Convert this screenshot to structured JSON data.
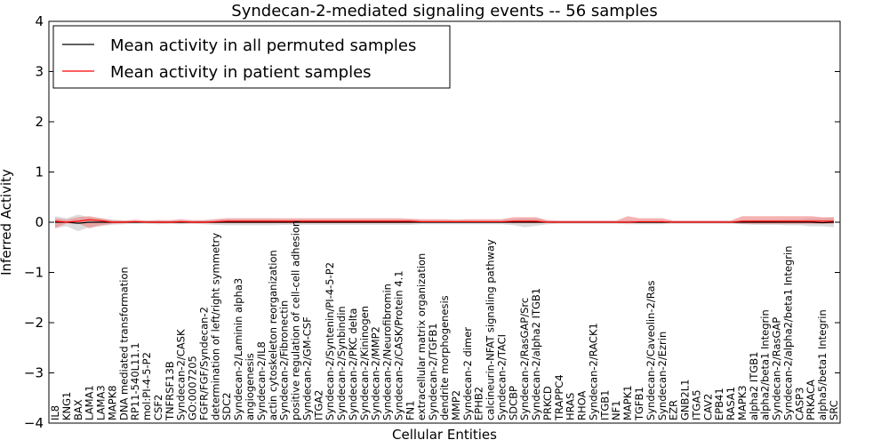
{
  "chart_data": {
    "type": "line",
    "title": "Syndecan-2-mediated signaling events -- 56 samples",
    "xlabel": "Cellular Entities",
    "ylabel": "Inferred Activity",
    "ylim": [
      -4,
      4
    ],
    "yticks": [
      -4,
      -3,
      -2,
      -1,
      0,
      1,
      2,
      3,
      4
    ],
    "grid": false,
    "legend_position": "top-left",
    "colors": {
      "permuted": "#000000",
      "patient": "#ff0000",
      "patient_band": "#f08080",
      "permuted_band": "#c0c0c0"
    },
    "categories": [
      "IL8",
      "KNG1",
      "BAX",
      "LAMA1",
      "LAMA3",
      "MAPK8",
      "DNA mediated transformation",
      "RP11-540L11.1",
      "mol:PI-4-5-P2",
      "CSF2",
      "TNFRSF13B",
      "Syndecan-2/CASK",
      "GO:0007205",
      "FGFR/FGF/Syndecan-2",
      "determination of left/right symmetry",
      "SDC2",
      "Syndecan-2/Laminin alpha3",
      "angiogenesis",
      "Syndecan-2/IL8",
      "actin cytoskeleton reorganization",
      "Syndecan-2/Fibronectin",
      "positive regulation of cell-cell adhesion",
      "Syndecan-2/GM-CSF",
      "ITGA2",
      "Syndecan-2/Syntenin/PI-4-5-P2",
      "Syndecan-2/Synbindin",
      "Syndecan-2/PKC delta",
      "Syndecan-2/Kininogen",
      "Syndecan-2/MMP2",
      "Syndecan-2/Neurofibromin",
      "Syndecan-2/CASK/Protein 4.1",
      "FN1",
      "extracellular matrix organization",
      "Syndecan-2/TGFB1",
      "dendrite morphogenesis",
      "MMP2",
      "Syndecan-2 dimer",
      "EPHB2",
      "calcineurin-NFAT signaling pathway",
      "Syndecan-2/TACI",
      "SDCBP",
      "Syndecan-2/RasGAP/Src",
      "Syndecan-2/alpha2 ITGB1",
      "PRKCD",
      "TRAPPC4",
      "HRAS",
      "RHOA",
      "Syndecan-2/RACK1",
      "ITGB1",
      "NF1",
      "MAPK1",
      "TGFB1",
      "Syndecan-2/Caveolin-2/Ras",
      "Syndecan-2/Ezrin",
      "EZR",
      "GNB2L1",
      "ITGA5",
      "CAV2",
      "EPB41",
      "RASA1",
      "MAPK3",
      "alpha2 ITGB1",
      "alpha2/beta1 Integrin",
      "Syndecan-2/RasGAP",
      "Syndecan-2/alpha2/beta1 Integrin",
      "CASP3",
      "PRKACA",
      "alpha5/beta1 Integrin",
      "SRC"
    ],
    "series": [
      {
        "name": "Mean activity in all permuted samples",
        "values": [
          0.0,
          0.0,
          -0.02,
          0.0,
          0.0,
          0.0,
          0.0,
          0.0,
          0.0,
          0.0,
          0.0,
          0.0,
          0.0,
          0.0,
          0.0,
          0.0,
          0.0,
          0.0,
          0.0,
          0.0,
          0.0,
          0.0,
          0.0,
          0.0,
          0.0,
          0.0,
          0.0,
          0.0,
          0.0,
          0.0,
          0.0,
          0.0,
          0.0,
          0.0,
          0.0,
          0.0,
          0.0,
          0.0,
          0.0,
          0.0,
          0.0,
          0.0,
          0.0,
          0.0,
          0.0,
          0.0,
          0.0,
          0.0,
          0.0,
          0.0,
          0.0,
          0.0,
          0.0,
          0.0,
          0.0,
          0.0,
          0.0,
          0.0,
          0.0,
          0.0,
          0.0,
          0.0,
          0.0,
          0.0,
          0.0,
          0.0,
          0.0,
          -0.01,
          0.0
        ],
        "band_low": [
          -0.12,
          -0.08,
          -0.18,
          -0.1,
          -0.08,
          -0.05,
          -0.04,
          -0.03,
          -0.03,
          -0.04,
          -0.03,
          -0.04,
          -0.03,
          -0.04,
          -0.05,
          -0.06,
          -0.06,
          -0.06,
          -0.06,
          -0.06,
          -0.05,
          -0.05,
          -0.05,
          -0.05,
          -0.05,
          -0.05,
          -0.05,
          -0.05,
          -0.05,
          -0.05,
          -0.05,
          -0.05,
          -0.04,
          -0.04,
          -0.04,
          -0.04,
          -0.04,
          -0.04,
          -0.04,
          -0.04,
          -0.06,
          -0.1,
          -0.07,
          -0.04,
          -0.03,
          -0.03,
          -0.03,
          -0.03,
          -0.03,
          -0.03,
          -0.04,
          -0.04,
          -0.04,
          -0.04,
          -0.03,
          -0.03,
          -0.03,
          -0.03,
          -0.03,
          -0.03,
          -0.04,
          -0.05,
          -0.05,
          -0.05,
          -0.06,
          -0.06,
          -0.08,
          -0.08,
          -0.1
        ],
        "band_high": [
          0.12,
          0.08,
          0.15,
          0.1,
          0.08,
          0.05,
          0.04,
          0.03,
          0.03,
          0.04,
          0.03,
          0.04,
          0.03,
          0.04,
          0.05,
          0.06,
          0.06,
          0.06,
          0.06,
          0.06,
          0.05,
          0.05,
          0.05,
          0.05,
          0.05,
          0.05,
          0.05,
          0.05,
          0.05,
          0.05,
          0.05,
          0.05,
          0.04,
          0.04,
          0.04,
          0.04,
          0.04,
          0.04,
          0.04,
          0.04,
          0.06,
          0.08,
          0.07,
          0.04,
          0.03,
          0.03,
          0.03,
          0.03,
          0.03,
          0.03,
          0.04,
          0.04,
          0.04,
          0.04,
          0.03,
          0.03,
          0.03,
          0.03,
          0.03,
          0.03,
          0.04,
          0.05,
          0.05,
          0.05,
          0.06,
          0.06,
          0.08,
          0.08,
          0.1
        ]
      },
      {
        "name": "Mean activity in patient samples",
        "values": [
          0.02,
          0.0,
          0.02,
          0.05,
          0.03,
          0.0,
          0.0,
          0.01,
          0.0,
          0.0,
          0.0,
          0.01,
          0.0,
          0.0,
          0.01,
          0.02,
          0.02,
          0.02,
          0.02,
          0.02,
          0.02,
          0.02,
          0.02,
          0.02,
          0.02,
          0.02,
          0.02,
          0.02,
          0.02,
          0.02,
          0.02,
          0.02,
          0.01,
          0.01,
          0.01,
          0.01,
          0.01,
          0.01,
          0.01,
          0.01,
          0.02,
          0.02,
          0.02,
          0.0,
          0.0,
          0.0,
          0.0,
          0.0,
          0.0,
          0.0,
          0.0,
          0.01,
          0.01,
          0.01,
          0.0,
          0.0,
          0.0,
          0.0,
          0.0,
          0.0,
          0.02,
          0.02,
          0.02,
          0.02,
          0.02,
          0.02,
          0.02,
          0.02,
          0.02
        ],
        "band_low": [
          -0.12,
          -0.02,
          -0.02,
          -0.12,
          -0.06,
          -0.03,
          -0.02,
          -0.01,
          -0.01,
          -0.02,
          -0.02,
          -0.02,
          -0.02,
          -0.02,
          -0.02,
          -0.02,
          -0.02,
          -0.02,
          -0.02,
          -0.02,
          -0.02,
          -0.02,
          -0.02,
          -0.02,
          -0.02,
          -0.02,
          -0.02,
          -0.02,
          -0.02,
          -0.02,
          -0.02,
          -0.02,
          -0.01,
          -0.01,
          -0.01,
          -0.01,
          -0.01,
          -0.01,
          -0.01,
          -0.01,
          -0.02,
          -0.02,
          -0.02,
          -0.01,
          -0.01,
          -0.01,
          -0.01,
          -0.01,
          -0.01,
          -0.01,
          -0.02,
          -0.02,
          -0.02,
          -0.02,
          -0.01,
          -0.01,
          -0.01,
          -0.01,
          -0.01,
          -0.01,
          -0.03,
          -0.03,
          -0.03,
          -0.03,
          -0.03,
          -0.03,
          -0.03,
          -0.03,
          -0.03
        ],
        "band_high": [
          0.08,
          0.05,
          0.1,
          0.12,
          0.08,
          0.04,
          0.03,
          0.05,
          0.03,
          0.04,
          0.04,
          0.06,
          0.04,
          0.04,
          0.06,
          0.08,
          0.08,
          0.08,
          0.08,
          0.08,
          0.08,
          0.08,
          0.08,
          0.08,
          0.08,
          0.08,
          0.08,
          0.08,
          0.08,
          0.08,
          0.08,
          0.07,
          0.06,
          0.06,
          0.06,
          0.05,
          0.06,
          0.06,
          0.06,
          0.06,
          0.1,
          0.1,
          0.1,
          0.04,
          0.03,
          0.03,
          0.03,
          0.03,
          0.03,
          0.03,
          0.12,
          0.08,
          0.08,
          0.08,
          0.03,
          0.03,
          0.03,
          0.03,
          0.03,
          0.03,
          0.12,
          0.12,
          0.12,
          0.12,
          0.12,
          0.12,
          0.12,
          0.1,
          0.1
        ]
      }
    ]
  }
}
